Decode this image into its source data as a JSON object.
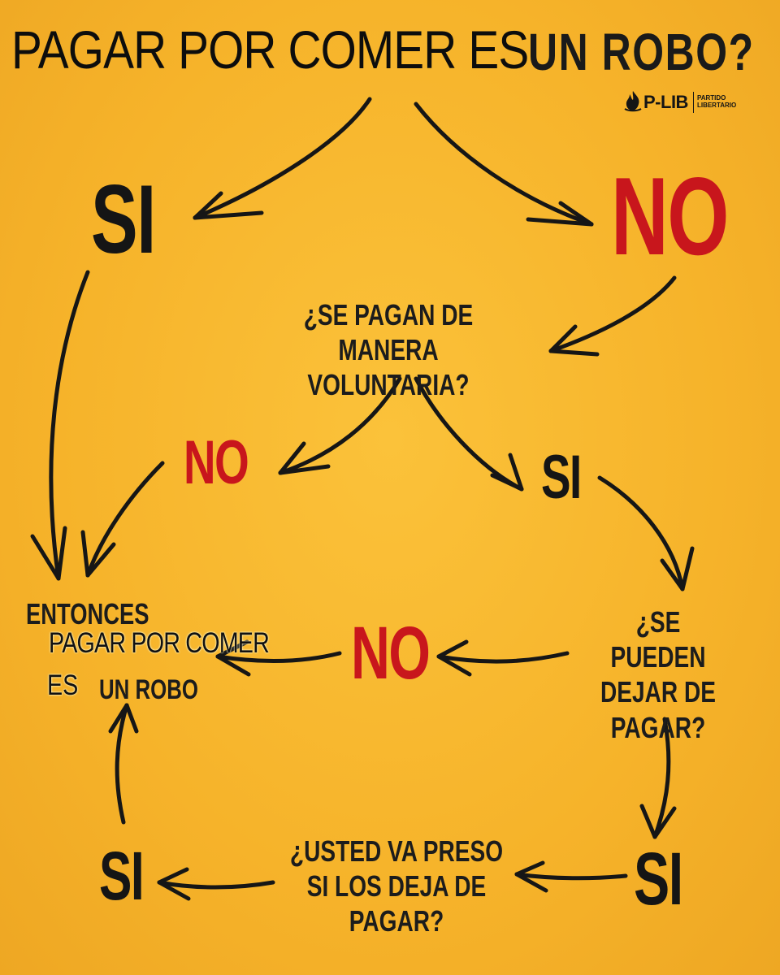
{
  "title": {
    "left": "PAGAR POR COMER ES",
    "right": "UN ROBO?"
  },
  "logo": {
    "mark": "P-LIB",
    "line1": "PARTIDO",
    "line2": "LIBERTARIO"
  },
  "nodes": {
    "si_top": "SI",
    "no_top": "NO",
    "q_voluntary": [
      "¿SE PAGAN DE",
      "MANERA VOLUNTARIA?"
    ],
    "no_mid": "NO",
    "si_mid": "SI",
    "q_stop_paying": [
      "¿SE PUEDEN",
      "DEJAR DE",
      "PAGAR?"
    ],
    "no_lower": "NO",
    "si_lower_right": "SI",
    "q_jail": [
      "¿USTED VA PRESO",
      "SI LOS DEJA DE",
      "PAGAR?"
    ],
    "si_bottom_left": "SI"
  },
  "conclusion": {
    "entonces": "ENTONCES",
    "overlay": "PAGAR POR COMER",
    "es": "ES",
    "robo": "UN ROBO"
  },
  "colors": {
    "background": "#f7b72e",
    "dark_text": "#151515",
    "red_text": "#c8161c"
  }
}
